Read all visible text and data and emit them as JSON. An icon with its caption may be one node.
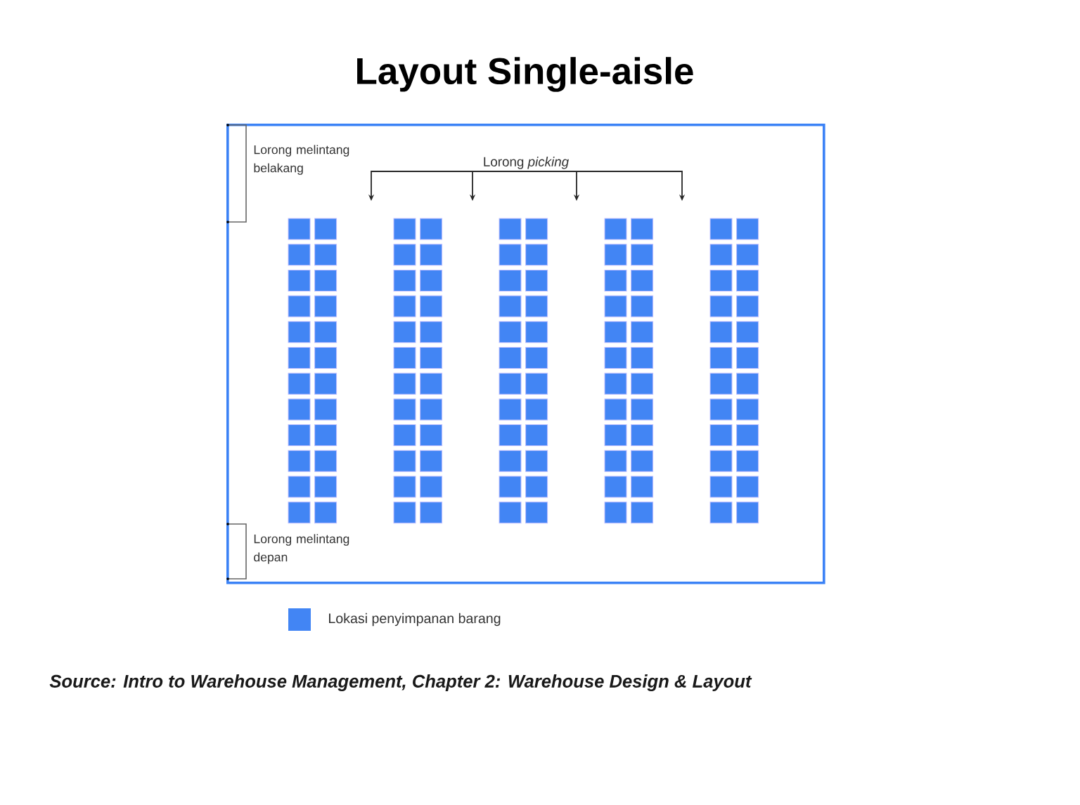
{
  "diagram": {
    "title": "Layout Single-aisle",
    "caption": "Source: Intro to Warehouse Management, Chapter 2: Warehouse Design & Layout",
    "nodes": [
      {
        "text": [],
        "shape": "box"
      },
      {
        "text": [
          "Lorong *picking*"
        ],
        "in": 0
      }
    ],
    "edges": [
      {
        "from": 1,
        "to": null,
        "arrow": "to"
      },
      {
        "from": 1,
        "to": null,
        "arrow": "to"
      },
      {
        "from": 1,
        "to": null,
        "arrow": "to"
      },
      {
        "from": 1,
        "to": null,
        "arrow": "to"
      }
    ],
    "labels": [
      "Lorong melintang belakang",
      "Lorong melintang depan"
    ],
    "legend": [
      {
        "text": "Lokasi penyimpanan barang",
        "color": "#4285f4"
      }
    ]
  }
}
